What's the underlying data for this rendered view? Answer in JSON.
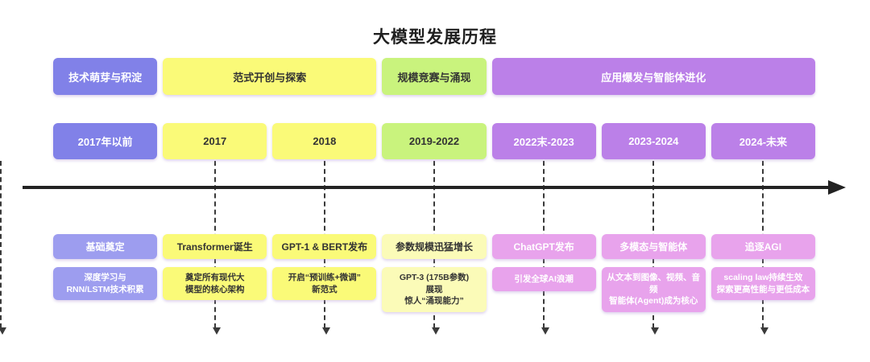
{
  "title": "大模型发展历程",
  "colors": {
    "periwinkle": "#8181E8",
    "periwinkle_light": "#9D9DEF",
    "yellow": "#FAFA78",
    "green": "#C9F37D",
    "pale_yellow": "#FBFBB8",
    "orchid": "#BB80E8",
    "pink": "#E8A3EC",
    "text_dark": "#333333",
    "text_light": "#FFFFFF",
    "line": "#222222"
  },
  "phases": [
    {
      "label": "技术萌芽与积淀",
      "span": 1
    },
    {
      "label": "范式开创与探索",
      "span": 2
    },
    {
      "label": "规模竞赛与涌现",
      "span": 1
    },
    {
      "label": "应用爆发与智能体进化",
      "span": 3
    }
  ],
  "columns": [
    {
      "period": "2017年以前",
      "event": "基础奠定",
      "description": "深度学习与\nRNN/LSTM技术积累"
    },
    {
      "period": "2017",
      "event": "Transformer诞生",
      "description": "奠定所有现代大\n模型的核心架构"
    },
    {
      "period": "2018",
      "event": "GPT-1 & BERT发布",
      "description": "开启“预训练+微调”\n新范式"
    },
    {
      "period": "2019-2022",
      "event": "参数规模迅猛增长",
      "description": "GPT-3 (175B参数)\n展现\n惊人“涌现能力”"
    },
    {
      "period": "2022末-2023",
      "event": "ChatGPT发布",
      "description": "引发全球AI浪潮"
    },
    {
      "period": "2023-2024",
      "event": "多模态与智能体",
      "description": "从文本到图像、视频、音频\n智能体(Agent)成为核心"
    },
    {
      "period": "2024-未来",
      "event": "追逐AGI",
      "description": "scaling law持续生效\n探索更高性能与更低成本"
    }
  ]
}
